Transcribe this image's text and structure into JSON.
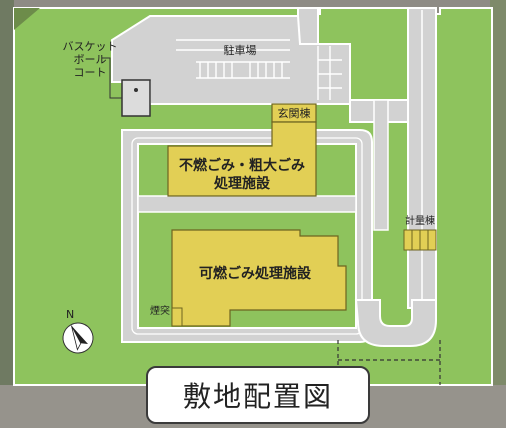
{
  "caption": "敷地配置図",
  "labels": {
    "basketball_court": [
      "バスケット",
      "ボール",
      "コート"
    ],
    "parking": "駐車場",
    "entrance": "玄関棟",
    "incombustible_facility": [
      "不燃ごみ・粗大ごみ",
      "処理施設"
    ],
    "weighing": "計量棟",
    "combustible_facility": "可燃ごみ処理施設",
    "chimney": "煙突",
    "north": "N"
  },
  "colors": {
    "site_green": "#8ec35d",
    "road_gray": "#d2d2d2",
    "road_edge": "#ffffff",
    "building_yellow": "#e2cf55",
    "building_edge": "#6d6420",
    "outline": "#333333"
  }
}
